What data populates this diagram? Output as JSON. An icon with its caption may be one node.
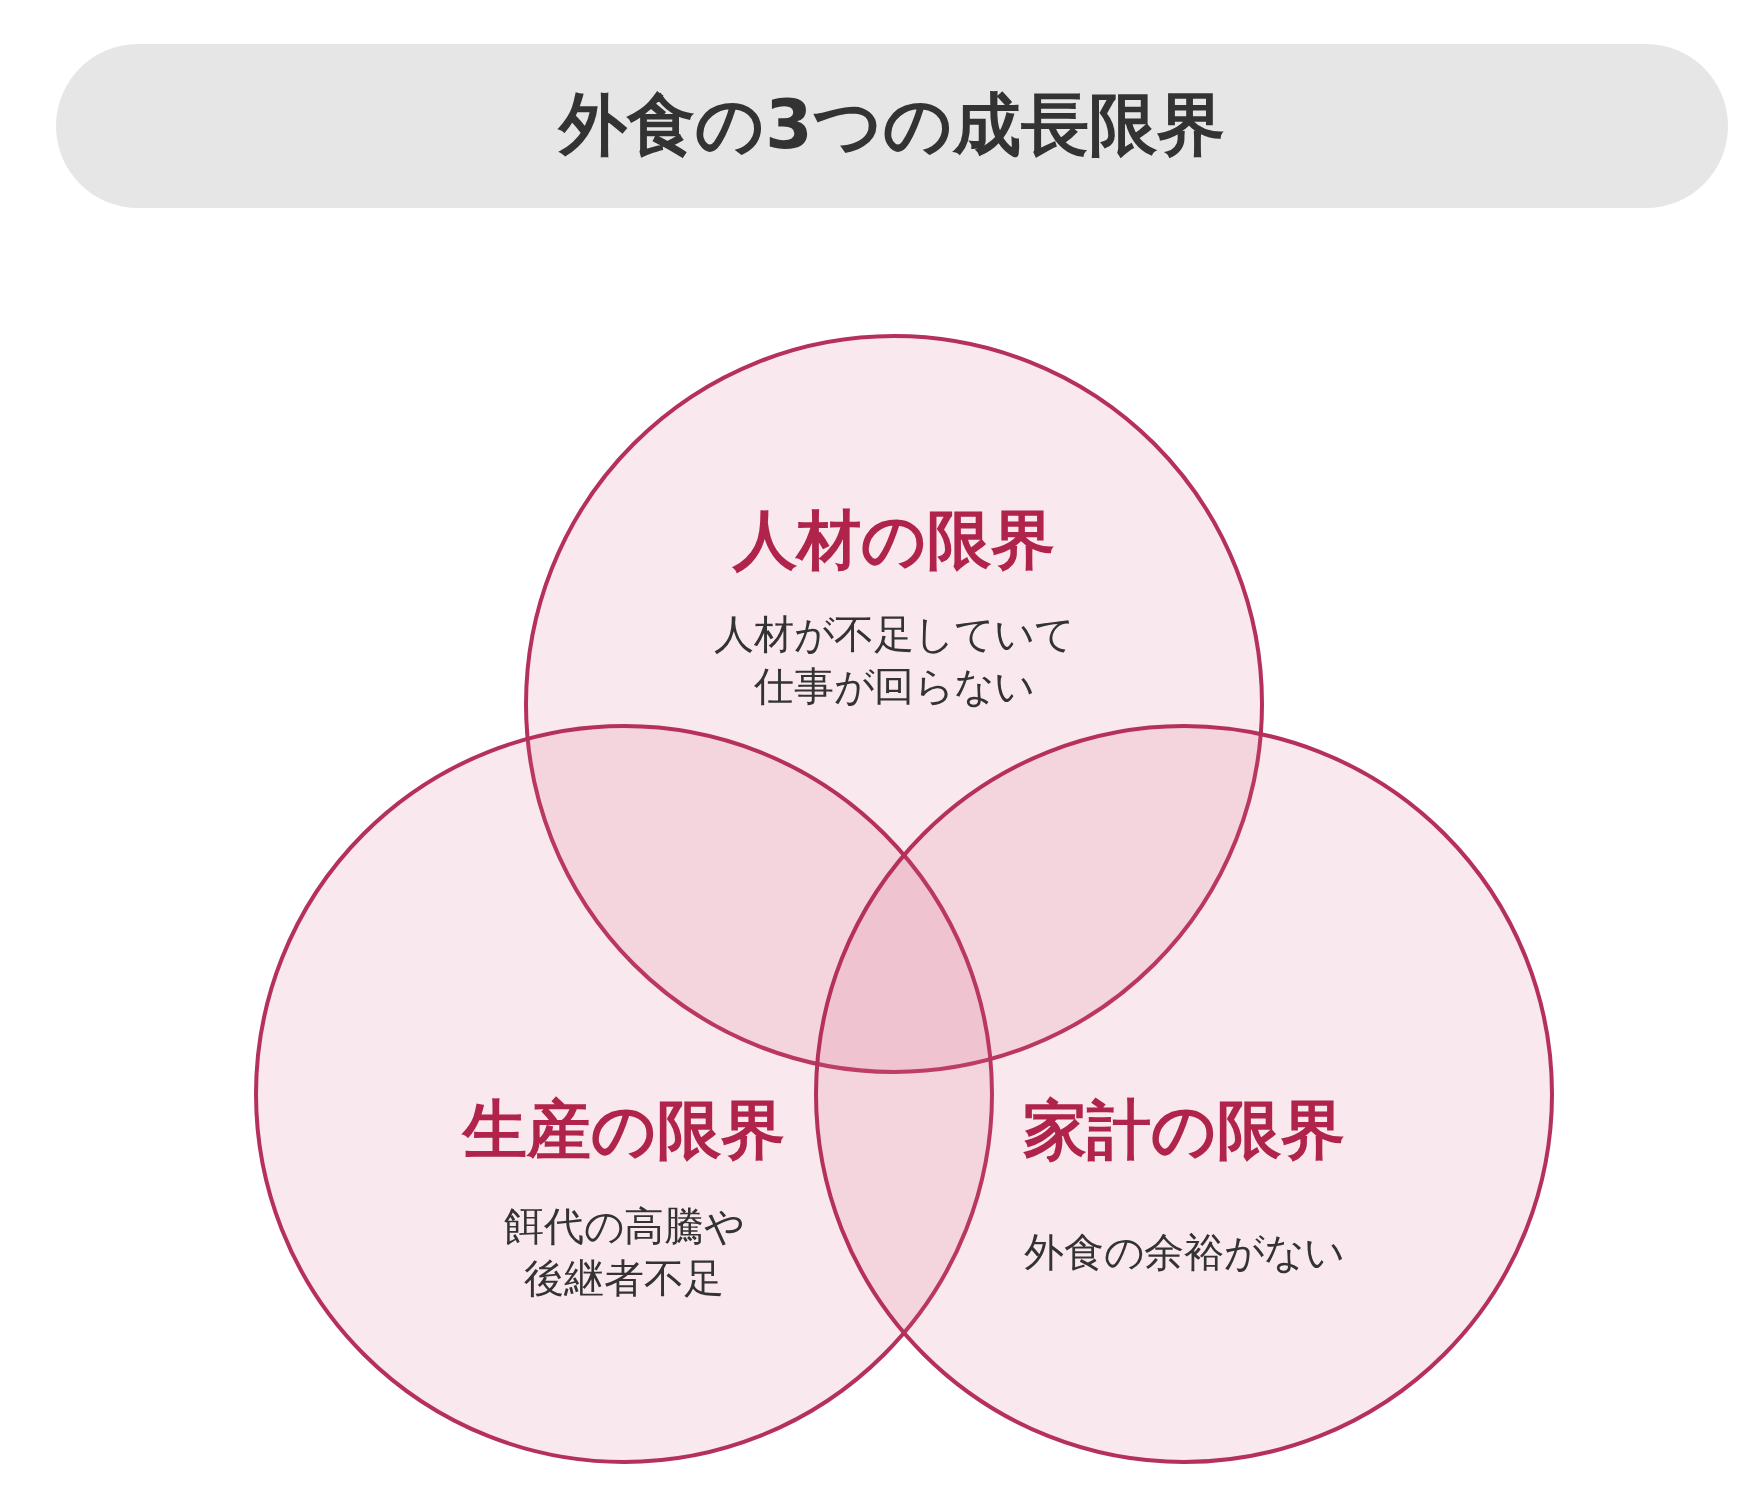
{
  "diagram": {
    "title": "外食の3つの成長限界",
    "nodes": [
      {
        "text": [
          "人材の限界",
          "人材が不足していて仕事が回らない"
        ]
      },
      {
        "text": [
          "生産の限界",
          "餌代の高騰や後継者不足"
        ]
      },
      {
        "text": [
          "家計の限界",
          "外食の余裕がない"
        ]
      }
    ],
    "edges": []
  }
}
